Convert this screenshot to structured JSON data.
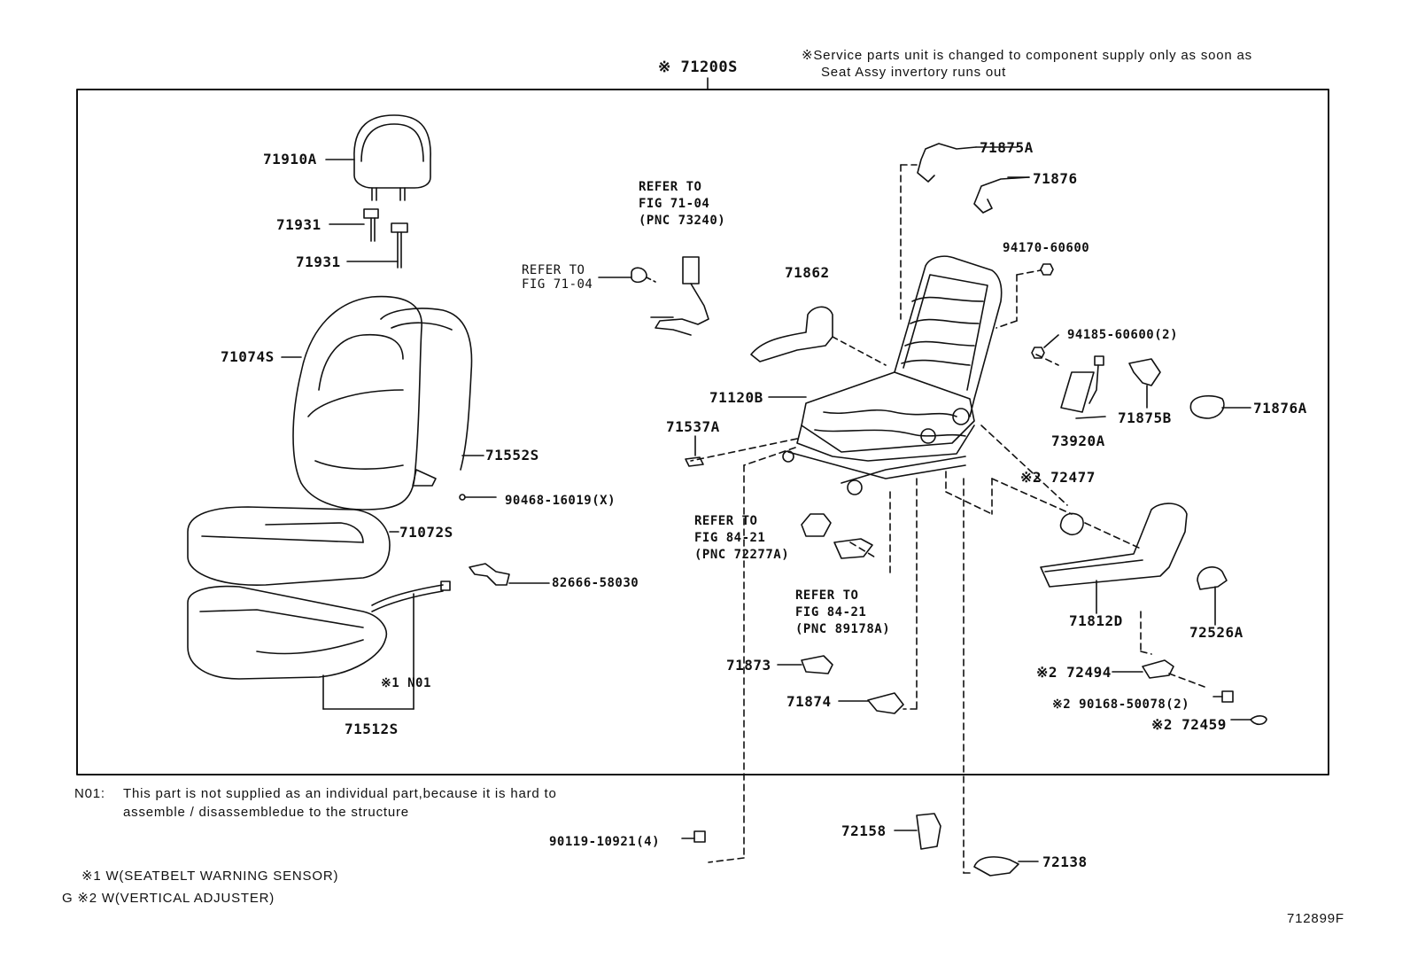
{
  "header": {
    "assembly_label": "※ 71200S",
    "service_note_line1": "※Service parts unit is changed to component supply only as soon as",
    "service_note_line2": "Seat Assy invertory runs out"
  },
  "parts": {
    "p71910A": "71910A",
    "p71931a": "71931",
    "p71931b": "71931",
    "p71074S": "71074S",
    "p71552S": "71552S",
    "p90468": "90468-16019(X)",
    "p71072S": "71072S",
    "p82666": "82666-58030",
    "pN01": "※1 N01",
    "p71512S": "71512S",
    "p71862": "71862",
    "p71120B": "71120B",
    "p71537A": "71537A",
    "p71875A": "71875A",
    "p71876": "71876",
    "p94170": "94170-60600",
    "p94185": "94185-60600(2)",
    "p71875B": "71875B",
    "p71876A": "71876A",
    "p73920A": "73920A",
    "p72477": "※2 72477",
    "p71812D": "71812D",
    "p72526A": "72526A",
    "p72494": "※2 72494",
    "p90168": "※2 90168-50078(2)",
    "p72459": "※2 72459",
    "p71873": "71873",
    "p71874": "71874",
    "p72158": "72158",
    "p72138": "72138",
    "p90119": "90119-10921(4)"
  },
  "references": {
    "ref1": "REFER TO\nFIG 71-04\n(PNC 73240)",
    "ref2": "REFER TO\nFIG 71-04",
    "ref3": "REFER TO\nFIG 84-21\n(PNC 72277A)",
    "ref4": "REFER TO\nFIG 84-21\n(PNC 89178A)"
  },
  "footnotes": {
    "n01_label": "N01:",
    "n01_line1": "This part is not supplied as an individual part,because it is hard to",
    "n01_line2": "assemble / disassembledue to the structure",
    "mark1": "※1  W(SEATBELT WARNING SENSOR)",
    "mark2": "G ※2  W(VERTICAL ADJUSTER)"
  },
  "figure_id": "712899F"
}
